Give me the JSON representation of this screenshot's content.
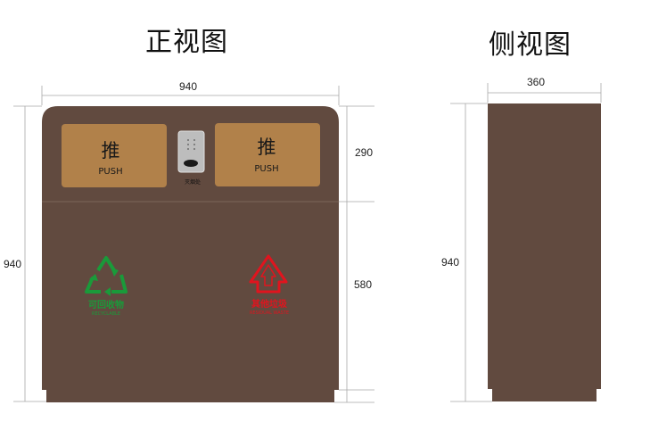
{
  "front_view": {
    "title": "正视图",
    "width_label": "940",
    "height_label": "940",
    "top_section_label": "290",
    "bottom_section_label": "580",
    "left_flap": {
      "char": "推",
      "text": "PUSH"
    },
    "right_flap": {
      "char": "推",
      "text": "PUSH"
    },
    "extinguisher_label": "灭烟处",
    "recyclable": {
      "label_cn": "可回收物",
      "label_en": "RECYCLABLE",
      "color": "#1a9a3a"
    },
    "other_waste": {
      "label_cn": "其他垃圾",
      "label_en": "RESIDUAL WASTE",
      "color": "#e0141e"
    }
  },
  "side_view": {
    "title": "侧视图",
    "width_label": "360",
    "height_label": "940"
  },
  "colors": {
    "body": "#614a3f",
    "flap": "#b1814a",
    "panel": "#b9b9b9",
    "guide": "#a8a8a8"
  }
}
